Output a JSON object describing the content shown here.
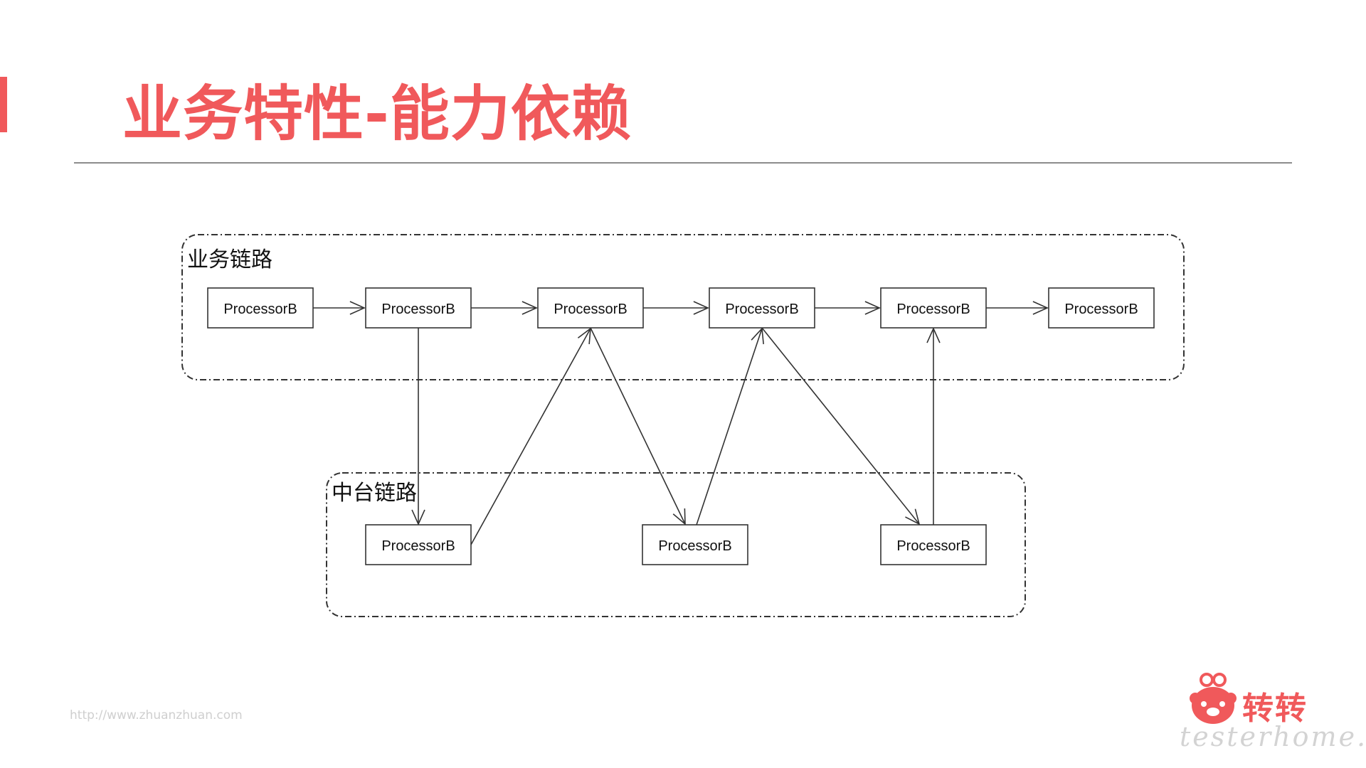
{
  "slide": {
    "title": "业务特性-能力依赖",
    "footer_url": "http://www.zhuanzhuan.com",
    "brand_name": "转转",
    "watermark": "testerhome.com",
    "accent_color": "#f0595b"
  },
  "diagram": {
    "groups": [
      {
        "id": "business",
        "label": "业务链路"
      },
      {
        "id": "platform",
        "label": "中台链路"
      }
    ],
    "nodes": [
      {
        "id": "b1",
        "group": "business",
        "label": "ProcessorB"
      },
      {
        "id": "b2",
        "group": "business",
        "label": "ProcessorB"
      },
      {
        "id": "b3",
        "group": "business",
        "label": "ProcessorB"
      },
      {
        "id": "b4",
        "group": "business",
        "label": "ProcessorB"
      },
      {
        "id": "b5",
        "group": "business",
        "label": "ProcessorB"
      },
      {
        "id": "b6",
        "group": "business",
        "label": "ProcessorB"
      },
      {
        "id": "m1",
        "group": "platform",
        "label": "ProcessorB"
      },
      {
        "id": "m2",
        "group": "platform",
        "label": "ProcessorB"
      },
      {
        "id": "m3",
        "group": "platform",
        "label": "ProcessorB"
      }
    ],
    "edges": [
      {
        "from": "b1",
        "to": "b2"
      },
      {
        "from": "b2",
        "to": "b3"
      },
      {
        "from": "b3",
        "to": "b4"
      },
      {
        "from": "b4",
        "to": "b5"
      },
      {
        "from": "b5",
        "to": "b6"
      },
      {
        "from": "b2",
        "to": "m1"
      },
      {
        "from": "m1",
        "to": "b3"
      },
      {
        "from": "b3",
        "to": "m2"
      },
      {
        "from": "m2",
        "to": "b4"
      },
      {
        "from": "b4",
        "to": "m3"
      },
      {
        "from": "m3",
        "to": "b5"
      }
    ]
  }
}
